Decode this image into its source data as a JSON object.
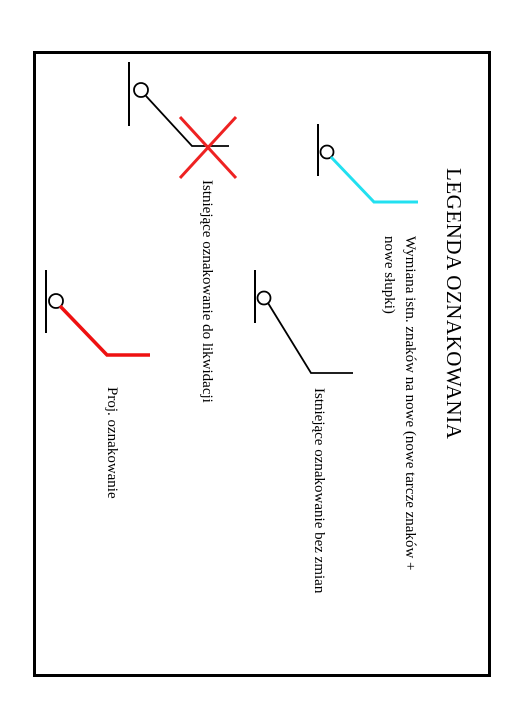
{
  "legend": {
    "title": "LEGENDA OZNAKOWANIA",
    "items": [
      {
        "id": "replace",
        "label_line1": "Wymiana istn. znaków na nowe (nowe tarcze znaków +",
        "label_line2": "nowe słupki)",
        "color": "#22e0f0"
      },
      {
        "id": "existing",
        "label": "Istniejące oznakowanie bez zmian",
        "color": "#000000"
      },
      {
        "id": "remove",
        "label": "Istniejące oznakowanie do likwidacji",
        "color": "#000000",
        "cross_color": "#ee2222"
      },
      {
        "id": "projected",
        "label": "Proj. oznakowanie",
        "color": "#ee1111"
      }
    ]
  }
}
